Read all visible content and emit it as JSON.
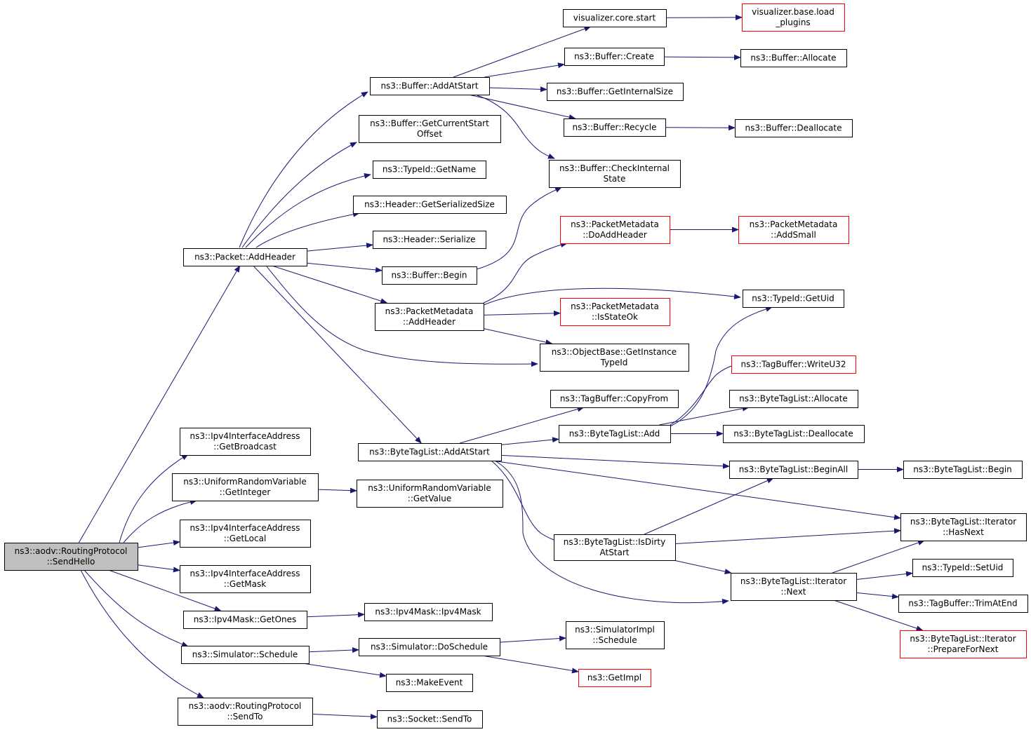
{
  "graph": {
    "colors": {
      "edge": "#191970",
      "normal_border": "#000000",
      "truncated_border": "#ff0000",
      "root_fill": "#bfbfbf"
    },
    "nodes": {
      "send_hello": [
        "ns3::aodv::RoutingProtocol",
        "::SendHello"
      ],
      "packet_add_header": [
        "ns3::Packet::AddHeader"
      ],
      "get_broadcast": [
        "ns3::Ipv4InterfaceAddress",
        "::GetBroadcast"
      ],
      "get_integer": [
        "ns3::UniformRandomVariable",
        "::GetInteger"
      ],
      "get_local": [
        "ns3::Ipv4InterfaceAddress",
        "::GetLocal"
      ],
      "get_mask": [
        "ns3::Ipv4InterfaceAddress",
        "::GetMask"
      ],
      "get_ones": [
        "ns3::Ipv4Mask::GetOnes"
      ],
      "sim_schedule": [
        "ns3::Simulator::Schedule"
      ],
      "send_to": [
        "ns3::aodv::RoutingProtocol",
        "::SendTo"
      ],
      "buffer_add_at_start": [
        "ns3::Buffer::AddAtStart"
      ],
      "get_current_start_offset": [
        "ns3::Buffer::GetCurrentStart",
        "Offset"
      ],
      "typeid_get_name": [
        "ns3::TypeId::GetName"
      ],
      "header_get_serialized_size": [
        "ns3::Header::GetSerializedSize"
      ],
      "header_serialize": [
        "ns3::Header::Serialize"
      ],
      "buffer_begin": [
        "ns3::Buffer::Begin"
      ],
      "pm_add_header": [
        "ns3::PacketMetadata",
        "::AddHeader"
      ],
      "btl_add_at_start": [
        "ns3::ByteTagList::AddAtStart"
      ],
      "urv_get_value": [
        "ns3::UniformRandomVariable",
        "::GetValue"
      ],
      "ipv4mask_ctor": [
        "ns3::Ipv4Mask::Ipv4Mask"
      ],
      "sim_do_schedule": [
        "ns3::Simulator::DoSchedule"
      ],
      "make_event": [
        "ns3::MakeEvent"
      ],
      "socket_send_to": [
        "ns3::Socket::SendTo"
      ],
      "viz_core_start": [
        "visualizer.core.start"
      ],
      "buffer_create": [
        "ns3::Buffer::Create"
      ],
      "buffer_get_internal_size": [
        "ns3::Buffer::GetInternalSize"
      ],
      "buffer_recycle": [
        "ns3::Buffer::Recycle"
      ],
      "buffer_check_internal_state": [
        "ns3::Buffer::CheckInternal",
        "State"
      ],
      "pm_do_add_header": [
        "ns3::PacketMetadata",
        "::DoAddHeader"
      ],
      "pm_is_state_ok": [
        "ns3::PacketMetadata",
        "::IsStateOk"
      ],
      "objectbase_get_instance_typeid": [
        "ns3::ObjectBase::GetInstance",
        "TypeId"
      ],
      "tagbuffer_copy_from": [
        "ns3::TagBuffer::CopyFrom"
      ],
      "btl_add": [
        "ns3::ByteTagList::Add"
      ],
      "btl_is_dirty_at_start": [
        "ns3::ByteTagList::IsDirty",
        "AtStart"
      ],
      "simimpl_schedule": [
        "ns3::SimulatorImpl",
        "::Schedule"
      ],
      "get_impl": [
        "ns3::GetImpl"
      ],
      "viz_base_load_plugins": [
        "visualizer.base.load",
        "_plugins"
      ],
      "buffer_allocate": [
        "ns3::Buffer::Allocate"
      ],
      "buffer_deallocate": [
        "ns3::Buffer::Deallocate"
      ],
      "pm_add_small": [
        "ns3::PacketMetadata",
        "::AddSmall"
      ],
      "typeid_get_uid": [
        "ns3::TypeId::GetUid"
      ],
      "tagbuffer_write_u32": [
        "ns3::TagBuffer::WriteU32"
      ],
      "btl_allocate": [
        "ns3::ByteTagList::Allocate"
      ],
      "btl_deallocate": [
        "ns3::ByteTagList::Deallocate"
      ],
      "btl_begin_all": [
        "ns3::ByteTagList::BeginAll"
      ],
      "btl_iter_next": [
        "ns3::ByteTagList::Iterator",
        "::Next"
      ],
      "btl_begin": [
        "ns3::ByteTagList::Begin"
      ],
      "btl_iter_has_next": [
        "ns3::ByteTagList::Iterator",
        "::HasNext"
      ],
      "typeid_set_uid": [
        "ns3::TypeId::SetUid"
      ],
      "tagbuffer_trim_at_end": [
        "ns3::TagBuffer::TrimAtEnd"
      ],
      "btl_iter_prepare_for_next": [
        "ns3::ByteTagList::Iterator",
        "::PrepareForNext"
      ]
    },
    "truncated_nodes": [
      "viz_base_load_plugins",
      "pm_do_add_header",
      "pm_add_small",
      "pm_is_state_ok",
      "tagbuffer_write_u32",
      "get_impl",
      "btl_iter_prepare_for_next"
    ],
    "root_node": "send_hello",
    "edges": [
      [
        "send_hello",
        "packet_add_header"
      ],
      [
        "send_hello",
        "get_broadcast"
      ],
      [
        "send_hello",
        "get_integer"
      ],
      [
        "send_hello",
        "get_local"
      ],
      [
        "send_hello",
        "get_mask"
      ],
      [
        "send_hello",
        "get_ones"
      ],
      [
        "send_hello",
        "sim_schedule"
      ],
      [
        "send_hello",
        "send_to"
      ],
      [
        "packet_add_header",
        "buffer_add_at_start"
      ],
      [
        "packet_add_header",
        "get_current_start_offset"
      ],
      [
        "packet_add_header",
        "typeid_get_name"
      ],
      [
        "packet_add_header",
        "header_get_serialized_size"
      ],
      [
        "packet_add_header",
        "header_serialize"
      ],
      [
        "packet_add_header",
        "buffer_begin"
      ],
      [
        "packet_add_header",
        "pm_add_header"
      ],
      [
        "packet_add_header",
        "btl_add_at_start"
      ],
      [
        "packet_add_header",
        "objectbase_get_instance_typeid"
      ],
      [
        "buffer_add_at_start",
        "viz_core_start"
      ],
      [
        "buffer_add_at_start",
        "buffer_create"
      ],
      [
        "buffer_add_at_start",
        "buffer_get_internal_size"
      ],
      [
        "buffer_add_at_start",
        "buffer_recycle"
      ],
      [
        "buffer_add_at_start",
        "buffer_check_internal_state"
      ],
      [
        "viz_core_start",
        "viz_base_load_plugins"
      ],
      [
        "buffer_create",
        "buffer_allocate"
      ],
      [
        "buffer_recycle",
        "buffer_deallocate"
      ],
      [
        "buffer_begin",
        "buffer_check_internal_state"
      ],
      [
        "pm_add_header",
        "pm_do_add_header"
      ],
      [
        "pm_add_header",
        "typeid_get_uid"
      ],
      [
        "pm_add_header",
        "pm_is_state_ok"
      ],
      [
        "pm_add_header",
        "objectbase_get_instance_typeid"
      ],
      [
        "pm_do_add_header",
        "pm_add_small"
      ],
      [
        "btl_add_at_start",
        "tagbuffer_copy_from"
      ],
      [
        "btl_add_at_start",
        "btl_add"
      ],
      [
        "btl_add_at_start",
        "btl_begin_all"
      ],
      [
        "btl_add_at_start",
        "btl_iter_has_next"
      ],
      [
        "btl_add_at_start",
        "btl_is_dirty_at_start"
      ],
      [
        "btl_add_at_start",
        "btl_iter_next"
      ],
      [
        "btl_add",
        "typeid_get_uid"
      ],
      [
        "btl_add",
        "tagbuffer_write_u32"
      ],
      [
        "btl_add",
        "btl_allocate"
      ],
      [
        "btl_add",
        "btl_deallocate"
      ],
      [
        "btl_begin_all",
        "btl_begin"
      ],
      [
        "btl_is_dirty_at_start",
        "btl_begin_all"
      ],
      [
        "btl_is_dirty_at_start",
        "btl_iter_has_next"
      ],
      [
        "btl_is_dirty_at_start",
        "btl_iter_next"
      ],
      [
        "btl_iter_next",
        "btl_iter_has_next"
      ],
      [
        "btl_iter_next",
        "typeid_set_uid"
      ],
      [
        "btl_iter_next",
        "tagbuffer_trim_at_end"
      ],
      [
        "btl_iter_next",
        "btl_iter_prepare_for_next"
      ],
      [
        "get_integer",
        "urv_get_value"
      ],
      [
        "get_ones",
        "ipv4mask_ctor"
      ],
      [
        "sim_schedule",
        "sim_do_schedule"
      ],
      [
        "sim_schedule",
        "make_event"
      ],
      [
        "sim_do_schedule",
        "simimpl_schedule"
      ],
      [
        "sim_do_schedule",
        "get_impl"
      ],
      [
        "send_to",
        "socket_send_to"
      ]
    ]
  }
}
